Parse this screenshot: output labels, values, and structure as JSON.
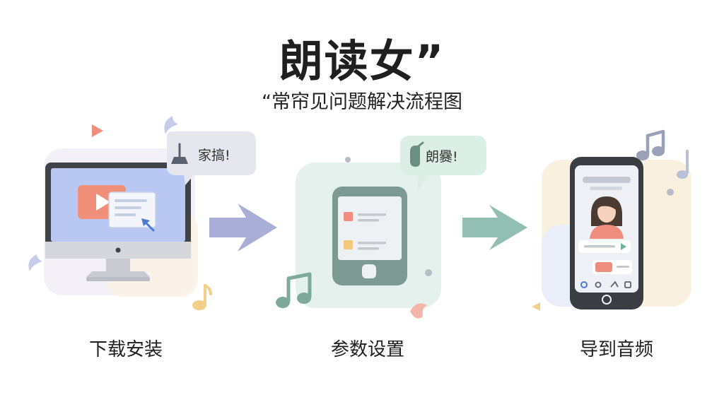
{
  "title": "朗读女”",
  "subtitle": "“常帘见问题解决流程图",
  "steps": [
    {
      "label": "下载安装",
      "bubble": "家搞!"
    },
    {
      "label": "参数设置",
      "bubble": "朗爨!"
    },
    {
      "label": "导到音频"
    }
  ],
  "colors": {
    "arrow1": "#a9aed6",
    "arrow2": "#93bfb3",
    "play_button": "#f0907a",
    "monitor_bezel": "#3f4347",
    "tablet_body": "#7c9a93"
  }
}
